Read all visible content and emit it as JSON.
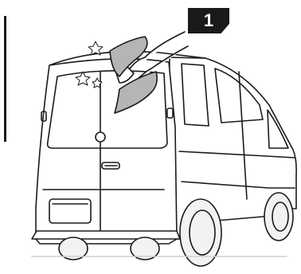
{
  "step": {
    "number": "1"
  },
  "illustration": {
    "subject": "van-rear-view",
    "action": "hand-wiping-rear-door-window-with-cloth",
    "icons": [
      "van-icon",
      "hand-icon",
      "cloth-icon",
      "sparkle-icon"
    ]
  },
  "colors": {
    "line": "#1a1a1a",
    "badge_bg": "#1a1a1a",
    "badge_text": "#ffffff",
    "cloth_fill": "#b5b5b5",
    "tire_fill": "#f2f2f2"
  }
}
